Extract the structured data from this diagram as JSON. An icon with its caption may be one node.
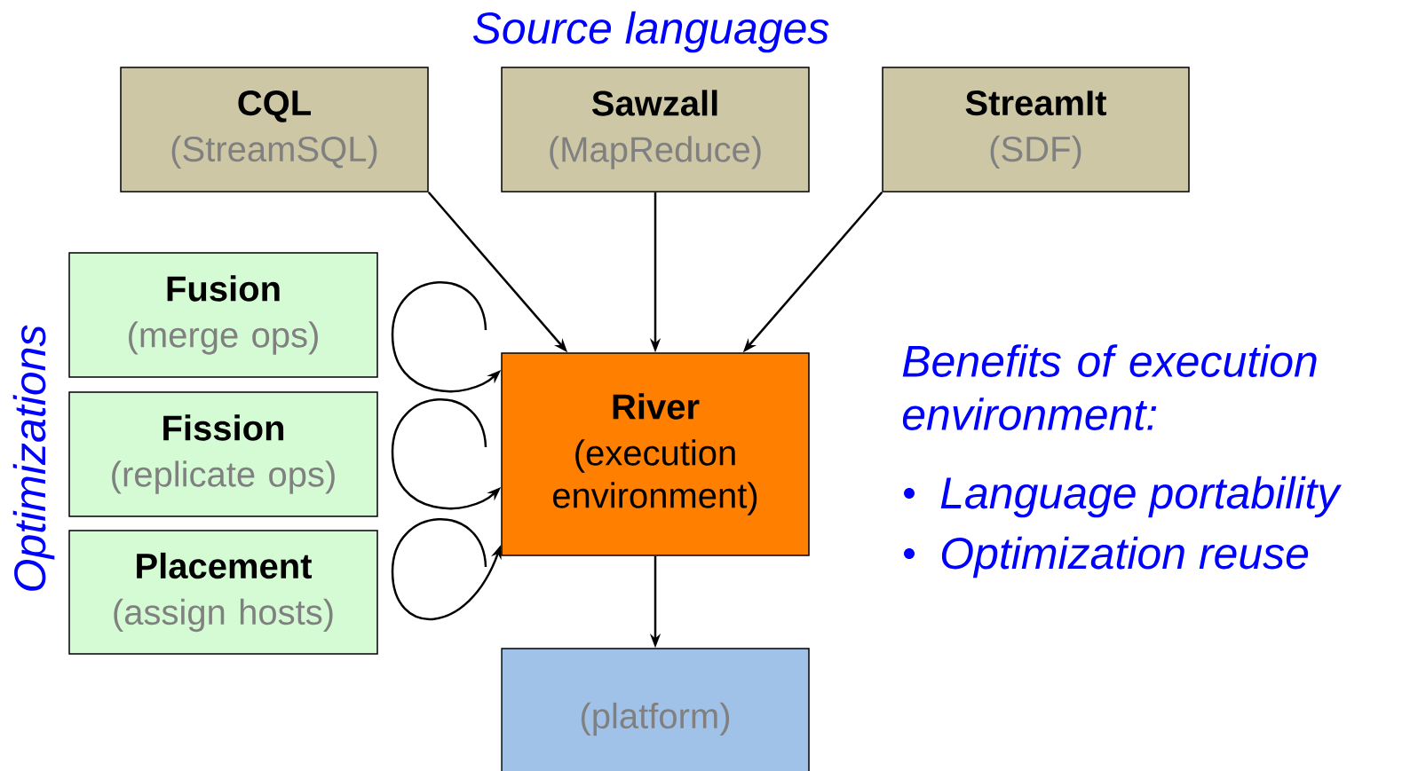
{
  "diagram": {
    "nodes": [
      {
        "text": [
          "CQL",
          "(StreamSQL)"
        ]
      },
      {
        "text": [
          "Sawzall",
          "(MapReduce)"
        ]
      },
      {
        "text": [
          "StreamIt",
          "(SDF)"
        ]
      },
      {
        "text": [
          "Fusion",
          "(merge ops)"
        ]
      },
      {
        "text": [
          "Fission",
          "(replicate ops)"
        ]
      },
      {
        "text": [
          "Placement",
          "(assign hosts)"
        ]
      },
      {
        "text": [
          "River",
          "(execution environment)"
        ]
      },
      {
        "text": [
          "(platform)"
        ]
      }
    ],
    "edges": [
      {
        "from": 0,
        "to": 6,
        "arrow": "to"
      },
      {
        "from": 1,
        "to": 6,
        "arrow": "to"
      },
      {
        "from": 2,
        "to": 6,
        "arrow": "to"
      },
      {
        "from": null,
        "to": 6,
        "arrow": "to"
      },
      {
        "from": null,
        "to": 6,
        "arrow": "to"
      },
      {
        "from": null,
        "to": 6,
        "arrow": "to"
      },
      {
        "from": 6,
        "to": 7,
        "arrow": "to"
      }
    ],
    "labels": [
      "Source languages",
      "Optimizations",
      "Benefits of execution environment:",
      "Language portability",
      "Optimization reuse"
    ]
  }
}
